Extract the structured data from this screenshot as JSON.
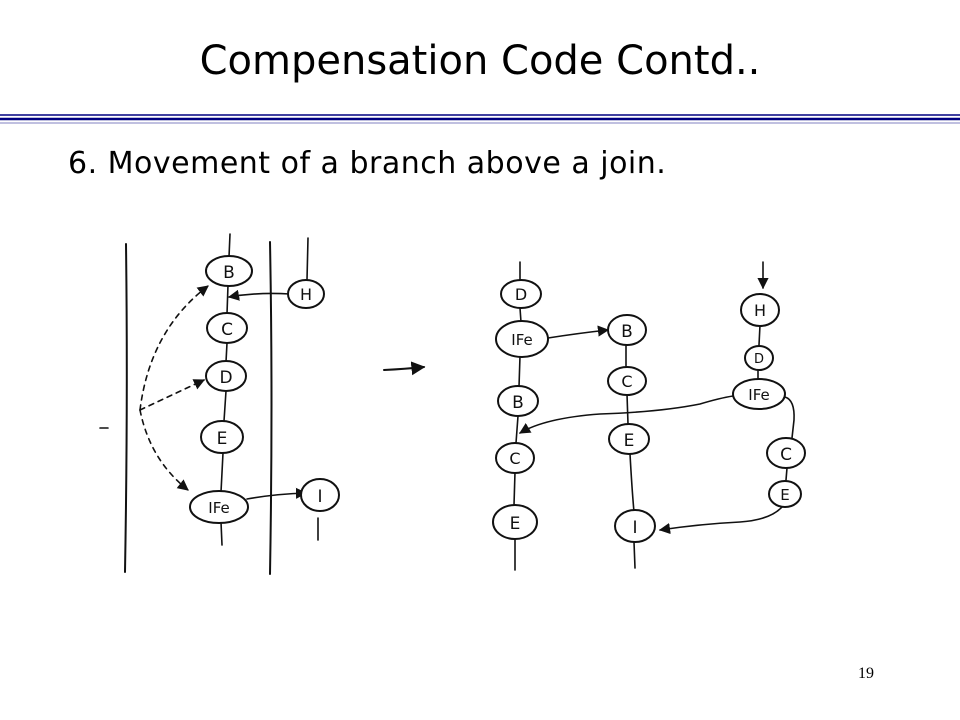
{
  "slide": {
    "title": "Compensation Code Contd..",
    "bullet": "6. Movement of a branch above a join.",
    "page_number": "19"
  },
  "diagram": {
    "left": {
      "nodes": [
        "B",
        "C",
        "D",
        "E",
        "IFe",
        "H",
        "I"
      ]
    },
    "right": {
      "nodes": [
        "D",
        "IFe",
        "B",
        "C",
        "E",
        "B",
        "C",
        "E",
        "I",
        "H",
        "D",
        "IFe",
        "C",
        "E"
      ]
    }
  }
}
